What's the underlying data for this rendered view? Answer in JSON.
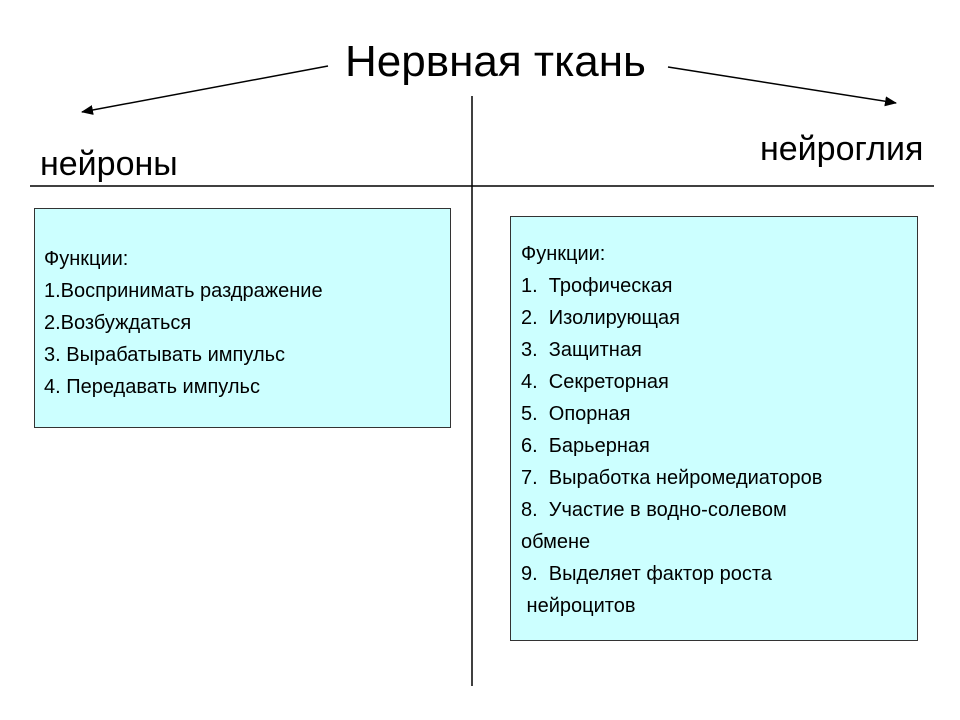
{
  "title": "Нервная ткань",
  "left_branch": {
    "label": "нейроны",
    "box": {
      "heading": "Функции:",
      "items": [
        "1.Воспринимать раздражение",
        "2.Возбуждаться",
        "3. Вырабатывать импульс",
        "4. Передавать импульс"
      ]
    }
  },
  "right_branch": {
    "label": "нейроглия",
    "box": {
      "heading": "Функции:",
      "items": [
        "1.  Трофическая",
        "2.  Изолирующая",
        "3.  Защитная",
        "4.  Секреторная",
        "5.  Опорная",
        "6.  Барьерная",
        "7.  Выработка нейромедиаторов",
        "8.  Участие в водно-солевом",
        "обмене",
        "9.  Выделяет фактор роста",
        " нейроцитов"
      ]
    }
  },
  "colors": {
    "box_fill": "#ccffff",
    "box_border": "#333333",
    "lines": "#000000",
    "text": "#000000"
  }
}
